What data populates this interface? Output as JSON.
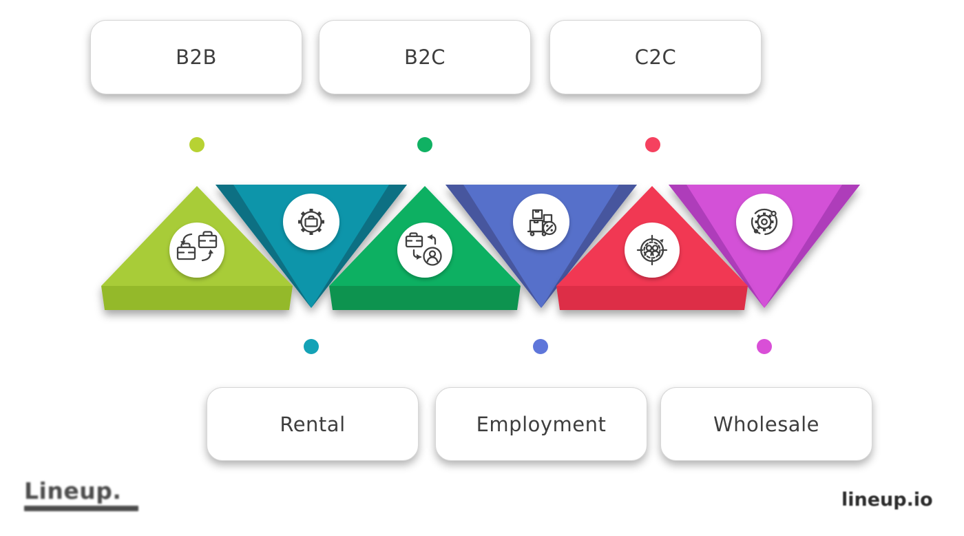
{
  "cards": {
    "top": [
      {
        "label": "B2B"
      },
      {
        "label": "B2C"
      },
      {
        "label": "C2C"
      }
    ],
    "bottom": [
      {
        "label": "Rental"
      },
      {
        "label": "Employment"
      },
      {
        "label": "Wholesale"
      }
    ]
  },
  "dots": {
    "top": [
      {
        "color": "#b7d233"
      },
      {
        "color": "#10b163"
      },
      {
        "color": "#f5415f"
      }
    ],
    "bottom": [
      {
        "color": "#14a2b6"
      },
      {
        "color": "#5e76da"
      },
      {
        "color": "#d94fd7"
      }
    ]
  },
  "triangles": [
    {
      "name": "b2b",
      "direction": "up",
      "color": "#a8cc37",
      "shade": "#94b92a",
      "icon": "briefcase-exchange-icon"
    },
    {
      "name": "rental",
      "direction": "down",
      "color": "#0f95aa",
      "shade": "#0f7083",
      "icon": "gear-briefcase-icon"
    },
    {
      "name": "b2c",
      "direction": "up",
      "color": "#10b062",
      "shade": "#0c9350",
      "icon": "briefcase-person-icon"
    },
    {
      "name": "employment",
      "direction": "down",
      "color": "#5670ca",
      "shade": "#47579e",
      "icon": "boxes-discount-icon"
    },
    {
      "name": "c2c",
      "direction": "up",
      "color": "#f13852",
      "shade": "#dd2e47",
      "icon": "target-audience-icon"
    },
    {
      "name": "wholesale",
      "direction": "down",
      "color": "#d351d7",
      "shade": "#ae3eba",
      "icon": "gear-orbit-icon"
    }
  ],
  "branding": {
    "logo_text": "Lineup.",
    "watermark": "lineup.io"
  }
}
